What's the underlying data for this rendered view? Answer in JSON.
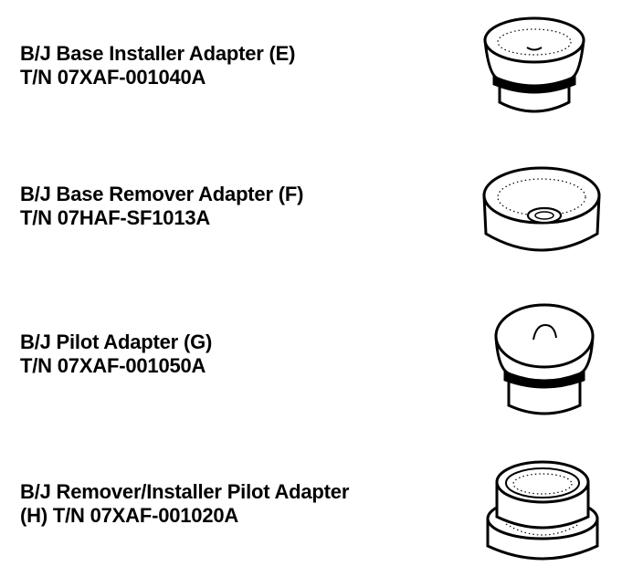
{
  "items": [
    {
      "name_line": "B/J Base Installer Adapter (E)",
      "tn_line": "T/N 07XAF-001040A",
      "illustration": "base-installer-adapter-drawing"
    },
    {
      "name_line": "B/J Base Remover Adapter (F)",
      "tn_line": "T/N 07HAF-SF1013A",
      "illustration": "base-remover-adapter-drawing"
    },
    {
      "name_line": "B/J Pilot Adapter (G)",
      "tn_line": "T/N 07XAF-001050A",
      "illustration": "pilot-adapter-drawing"
    },
    {
      "name_line": "B/J Remover/Installer Pilot Adapter",
      "tn_line": "(H) T/N 07XAF-001020A",
      "illustration": "remover-installer-pilot-adapter-drawing"
    }
  ],
  "colors": {
    "ink": "#000000",
    "paper": "#ffffff"
  }
}
